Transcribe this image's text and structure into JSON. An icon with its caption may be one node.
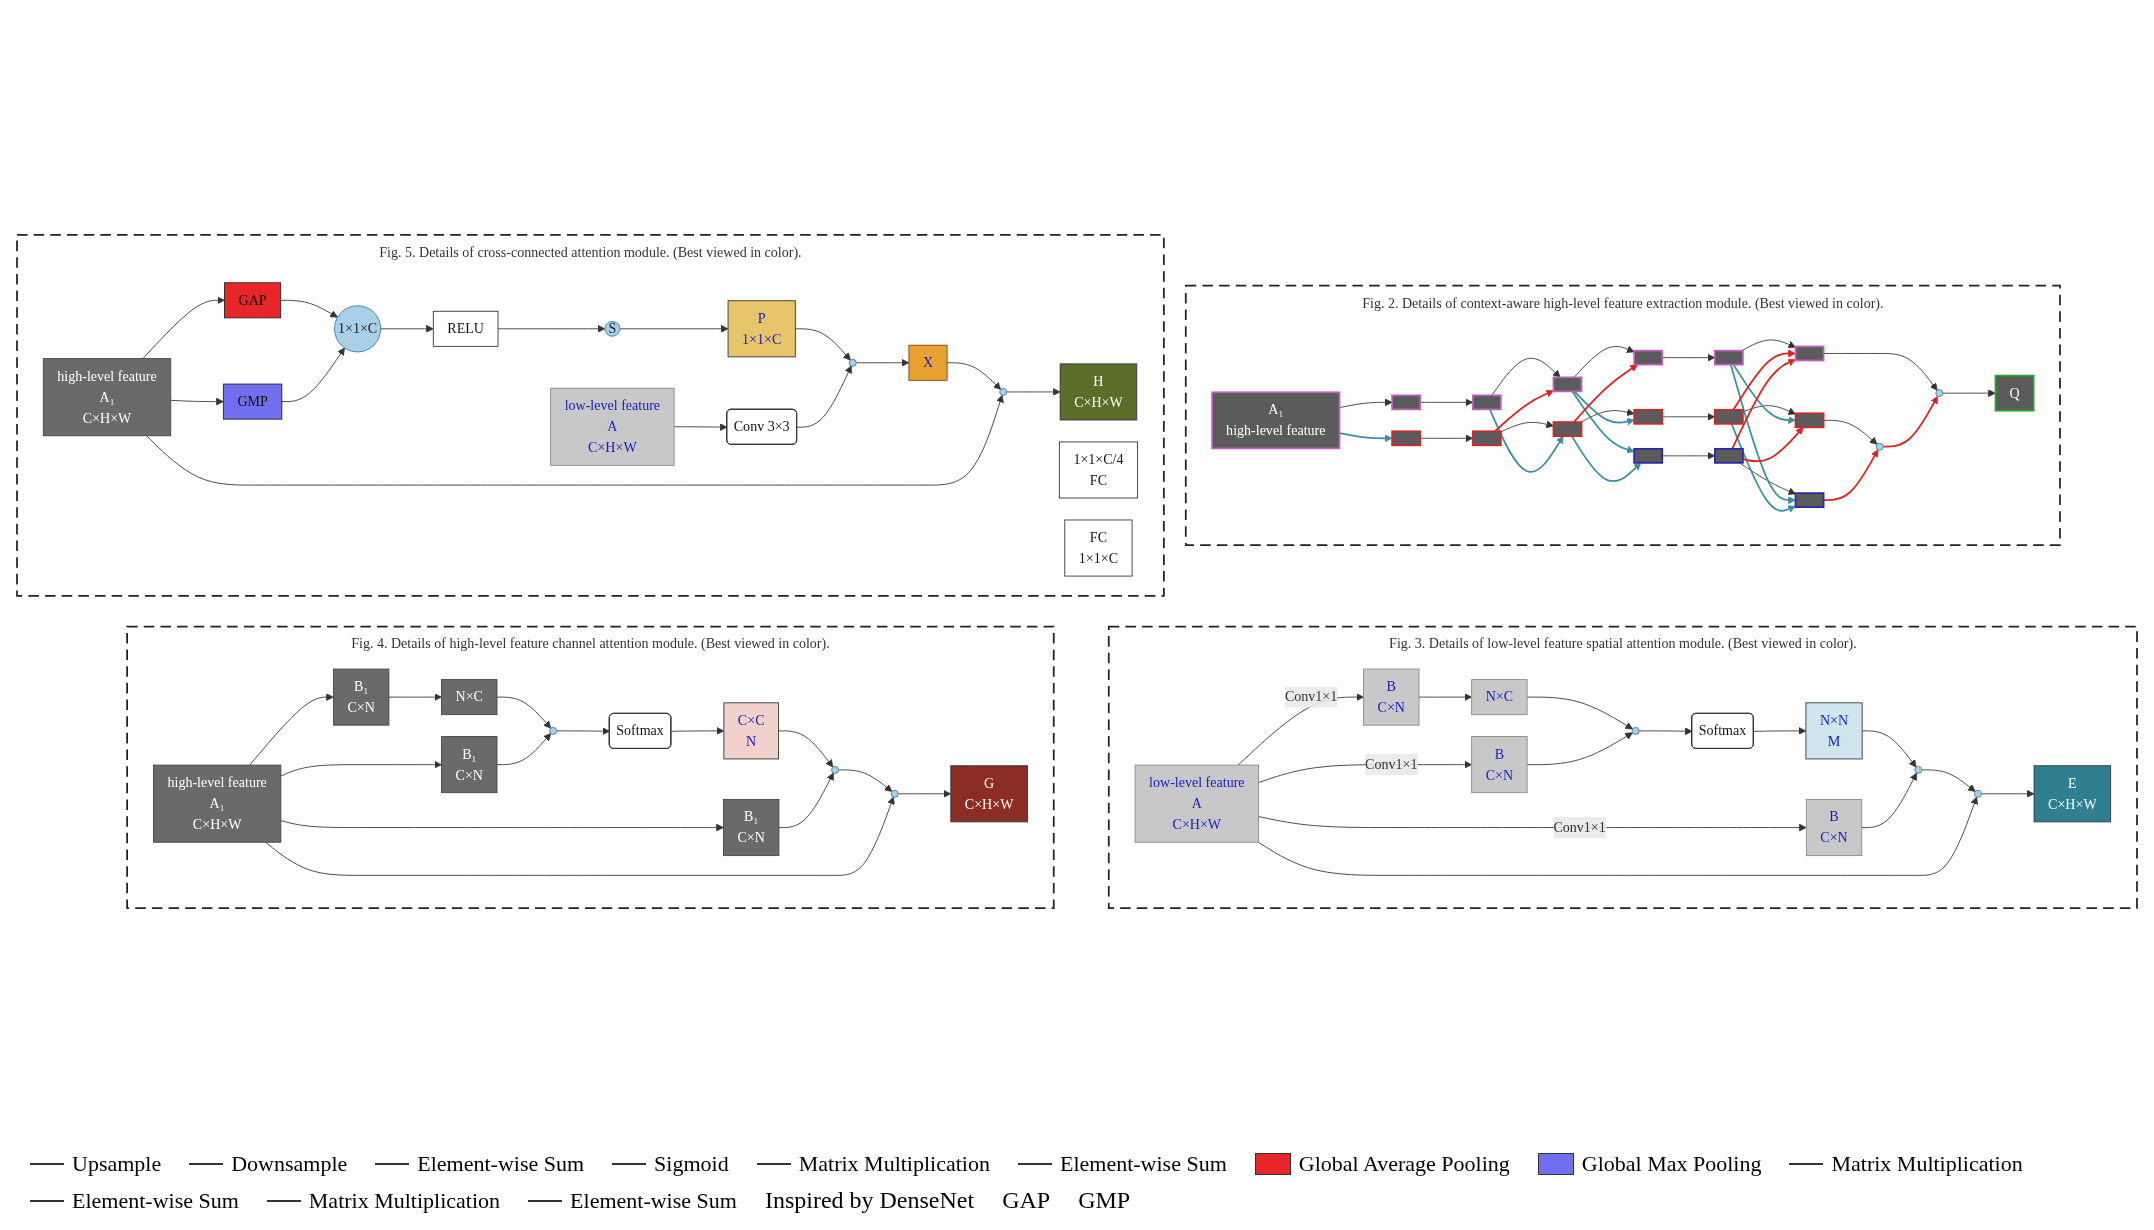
{
  "diagram": {
    "nodes": [
      {
        "text": [],
        "shape": "box",
        "beside": [
          "Fig. 2. Details of context-aware high-level feature extraction module. (Best viewed in color)."
        ]
      },
      {
        "text": [
          "A₁",
          "high-level feature"
        ],
        "in": 0
      },
      {
        "text": [],
        "shape": "box",
        "in": 0
      },
      {
        "text": [],
        "shape": "box",
        "in": 0
      },
      {
        "text": [],
        "shape": "box",
        "in": 0
      },
      {
        "text": [],
        "shape": "box",
        "in": 0
      },
      {
        "text": [],
        "shape": "box",
        "in": 0
      },
      {
        "text": [],
        "shape": "box",
        "in": 0
      },
      {
        "text": [],
        "shape": "circle",
        "in": 0
      },
      {
        "text": [
          "Q"
        ],
        "in": 0
      },
      {
        "text": [],
        "shape": "box",
        "in": 0
      },
      {
        "text": [],
        "shape": "box",
        "in": 0
      },
      {
        "text": [],
        "shape": "box",
        "in": 0
      },
      {
        "text": [],
        "shape": "box",
        "in": 0
      },
      {
        "text": [],
        "shape": "box",
        "in": 0
      },
      {
        "text": [],
        "shape": "box",
        "in": 0
      },
      {
        "text": [],
        "shape": "circle",
        "in": 0
      },
      {
        "text": [],
        "shape": "box",
        "in": 0
      },
      {
        "text": [],
        "shape": "box",
        "in": 0
      },
      {
        "text": [],
        "shape": "box",
        "in": 0
      },
      {
        "text": [],
        "shape": "box",
        "beside": [
          "Fig. 5. Details of cross-connected attention module. (Best viewed in color)."
        ]
      },
      {
        "text": [
          "high-level feature",
          "A₁",
          "C×H×W"
        ],
        "in": 20
      },
      {
        "text": [
          "GAP"
        ],
        "in": 20
      },
      {
        "text": [
          "GMP"
        ],
        "in": 20
      },
      {
        "text": [
          "1×1×C"
        ],
        "in": 20
      },
      {
        "text": [
          "1×1×C/4",
          "FC"
        ],
        "in": 20
      },
      {
        "text": [
          "RELU"
        ],
        "in": 20
      },
      {
        "text": [
          "FC",
          "1×1×C"
        ],
        "in": 20
      },
      {
        "text": [
          "S"
        ],
        "in": 20
      },
      {
        "text": [
          "P",
          "1×1×C"
        ],
        "in": 20
      },
      {
        "text": [
          "low-level feature",
          "A",
          "C×H×W"
        ],
        "in": 20
      },
      {
        "text": [
          "Conv 3×3"
        ],
        "in": 20
      },
      {
        "text": [],
        "shape": "circle",
        "in": 20
      },
      {
        "text": [
          "X"
        ],
        "in": 20
      },
      {
        "text": [],
        "shape": "circle",
        "in": 20
      },
      {
        "text": [
          "H",
          "C×H×W"
        ],
        "in": 20
      },
      {
        "text": [],
        "shape": "box",
        "beside": [
          "Fig. 3. Details of low-level feature spatial attention module. (Best viewed in color)."
        ]
      },
      {
        "text": [
          "low-level feature",
          "A",
          "C×H×W"
        ],
        "in": 36
      },
      {
        "text": [
          "B",
          "C×N"
        ],
        "in": 36
      },
      {
        "text": [
          "B",
          "C×N"
        ],
        "in": 36
      },
      {
        "text": [
          "B",
          "C×N"
        ],
        "in": 36
      },
      {
        "text": [
          "N×C"
        ],
        "in": 36
      },
      {
        "text": [],
        "shape": "circle",
        "in": 36
      },
      {
        "text": [
          "Softmax"
        ],
        "in": 36
      },
      {
        "text": [
          "N×N",
          "M"
        ],
        "in": 36
      },
      {
        "text": [],
        "shape": "circle",
        "in": 36
      },
      {
        "text": [],
        "shape": "circle",
        "in": 36
      },
      {
        "text": [
          "E",
          "C×H×W"
        ],
        "in": 36
      },
      {
        "text": [],
        "shape": "box",
        "beside": [
          "Fig. 4. Details of high-level feature channel attention module. (Best viewed in color)."
        ]
      },
      {
        "text": [
          "high-level feature",
          "A₁",
          "C×H×W"
        ],
        "in": 48
      },
      {
        "text": [
          "B₁",
          "C×N"
        ],
        "in": 48
      },
      {
        "text": [
          "B₁",
          "C×N"
        ],
        "in": 48
      },
      {
        "text": [
          "B₁",
          "C×N"
        ],
        "in": 48
      },
      {
        "text": [
          "N×C"
        ],
        "in": 48
      },
      {
        "text": [],
        "shape": "circle",
        "in": 48
      },
      {
        "text": [
          "Softmax"
        ],
        "in": 48
      },
      {
        "text": [
          "C×C",
          "N"
        ],
        "in": 48
      },
      {
        "text": [],
        "shape": "circle",
        "in": 48
      },
      {
        "text": [],
        "shape": "circle",
        "in": 48
      },
      {
        "text": [
          "G",
          "C×H×W"
        ],
        "in": 48
      }
    ],
    "edges": [
      {
        "from": 1,
        "to": 2,
        "arrow": "to"
      },
      {
        "from": 2,
        "to": 3,
        "arrow": "to"
      },
      {
        "from": 3,
        "to": 4,
        "arrow": "to"
      },
      {
        "from": 4,
        "to": 5,
        "arrow": "to"
      },
      {
        "from": 5,
        "to": 6,
        "arrow": "to"
      },
      {
        "from": 6,
        "to": 7,
        "arrow": "to"
      },
      {
        "from": 7,
        "to": 8,
        "arrow": "to"
      },
      {
        "from": 8,
        "to": 9,
        "arrow": "to"
      },
      {
        "from": 10,
        "to": 11,
        "arrow": "to"
      },
      {
        "from": 11,
        "to": 12,
        "arrow": "to"
      },
      {
        "from": 12,
        "to": 13,
        "arrow": "to"
      },
      {
        "from": 13,
        "to": 14,
        "arrow": "to"
      },
      {
        "from": 14,
        "to": 15,
        "arrow": "to"
      },
      {
        "from": 15,
        "to": 16,
        "arrow": "to"
      },
      {
        "from": 16,
        "to": 8,
        "arrow": "to",
        "color": "#e02020"
      },
      {
        "from": 17,
        "to": 18,
        "arrow": "to"
      },
      {
        "from": 18,
        "to": 19,
        "arrow": "to"
      },
      {
        "from": 19,
        "to": 16,
        "arrow": "to",
        "color": "#e02020"
      },
      {
        "from": 1,
        "to": 10,
        "arrow": "to",
        "color": "#3a8fa0"
      },
      {
        "from": 3,
        "to": 12,
        "arrow": "to",
        "color": "#3a8fa0"
      },
      {
        "from": 4,
        "to": 13,
        "arrow": "to",
        "color": "#3a8fa0"
      },
      {
        "from": 4,
        "to": 17,
        "arrow": "to",
        "color": "#3a8fa0"
      },
      {
        "from": 12,
        "to": 17,
        "arrow": "to",
        "color": "#3a8fa0"
      },
      {
        "from": 6,
        "to": 15,
        "arrow": "to",
        "color": "#3a8fa0"
      },
      {
        "from": 6,
        "to": 19,
        "arrow": "to",
        "color": "#3a8fa0"
      },
      {
        "from": 14,
        "to": 19,
        "arrow": "to",
        "color": "#3a8fa0"
      },
      {
        "from": 11,
        "to": 4,
        "arrow": "to",
        "color": "#e02020"
      },
      {
        "from": 12,
        "to": 5,
        "arrow": "to",
        "color": "#e02020"
      },
      {
        "from": 14,
        "to": 7,
        "arrow": "to",
        "color": "#e02020"
      },
      {
        "from": 18,
        "to": 7,
        "arrow": "to",
        "color": "#e02020"
      },
      {
        "from": 18,
        "to": 15,
        "arrow": "to",
        "color": "#e02020"
      },
      {
        "from": 21,
        "to": 22,
        "arrow": "to"
      },
      {
        "from": 21,
        "to": 23,
        "arrow": "to"
      },
      {
        "from": 22,
        "to": 24,
        "arrow": "to"
      },
      {
        "from": 23,
        "to": 24,
        "arrow": "to"
      },
      {
        "from": 24,
        "to": 26,
        "arrow": "to"
      },
      {
        "from": 26,
        "to": 28,
        "arrow": "to"
      },
      {
        "from": 28,
        "to": 29,
        "arrow": "to"
      },
      {
        "from": 29,
        "to": 32,
        "arrow": "to"
      },
      {
        "from": 30,
        "to": 31,
        "arrow": "to"
      },
      {
        "from": 31,
        "to": 32,
        "arrow": "to"
      },
      {
        "from": 32,
        "to": 33,
        "arrow": "to"
      },
      {
        "from": 33,
        "to": 34,
        "arrow": "to"
      },
      {
        "from": 21,
        "to": 34,
        "arrow": "to"
      },
      {
        "from": 34,
        "to": 35,
        "arrow": "to"
      },
      {
        "from": 37,
        "to": 38,
        "arrow": "to",
        "label": "Conv1×1"
      },
      {
        "from": 37,
        "to": 39,
        "arrow": "to",
        "label": "Conv1×1"
      },
      {
        "from": 37,
        "to": 40,
        "arrow": "to",
        "label": "Conv1×1"
      },
      {
        "from": 38,
        "to": 41,
        "arrow": "to"
      },
      {
        "from": 41,
        "to": 42,
        "arrow": "to"
      },
      {
        "from": 39,
        "to": 42,
        "arrow": "to"
      },
      {
        "from": 42,
        "to": 43,
        "arrow": "to"
      },
      {
        "from": 43,
        "to": 44,
        "arrow": "to"
      },
      {
        "from": 44,
        "to": 45,
        "arrow": "to"
      },
      {
        "from": 40,
        "to": 45,
        "arrow": "to"
      },
      {
        "from": 45,
        "to": 46,
        "arrow": "to"
      },
      {
        "from": 37,
        "to": 46,
        "arrow": "to"
      },
      {
        "from": 46,
        "to": 47,
        "arrow": "to"
      },
      {
        "from": 49,
        "to": 50,
        "arrow": "to"
      },
      {
        "from": 49,
        "to": 51,
        "arrow": "to"
      },
      {
        "from": 49,
        "to": 52,
        "arrow": "to"
      },
      {
        "from": 52,
        "to": 53,
        "arrow": "to"
      },
      {
        "from": 53,
        "to": 54,
        "arrow": "to"
      },
      {
        "from": 51,
        "to": 54,
        "arrow": "to"
      },
      {
        "from": 54,
        "to": 55,
        "arrow": "to"
      },
      {
        "from": 55,
        "to": 56,
        "arrow": "to"
      },
      {
        "from": 56,
        "to": 57,
        "arrow": "to"
      },
      {
        "from": 50,
        "to": 57,
        "arrow": "to"
      },
      {
        "from": 57,
        "to": 58,
        "arrow": "to"
      },
      {
        "from": 49,
        "to": 58,
        "arrow": "to"
      },
      {
        "from": 58,
        "to": 59,
        "arrow": "to"
      }
    ],
    "labels": [
      "Inspired by DenseNet",
      "GAP",
      "GMP"
    ],
    "legend": [
      {
        "text": "Upsample"
      },
      {
        "text": "Downsample"
      },
      {
        "text": "Element-wise Sum"
      },
      {
        "text": "Sigmoid"
      },
      {
        "text": "Matrix Multiplication"
      },
      {
        "text": "Element-wise Sum"
      },
      {
        "text": "Global Average Pooling",
        "color": "#e8262a"
      },
      {
        "text": "Global Max Pooling",
        "color": "#6f6ff0"
      },
      {
        "text": "Matrix Multiplication"
      },
      {
        "text": "Element-wise Sum"
      },
      {
        "text": "Matrix Multiplication"
      },
      {
        "text": "Element-wise Sum"
      }
    ]
  }
}
